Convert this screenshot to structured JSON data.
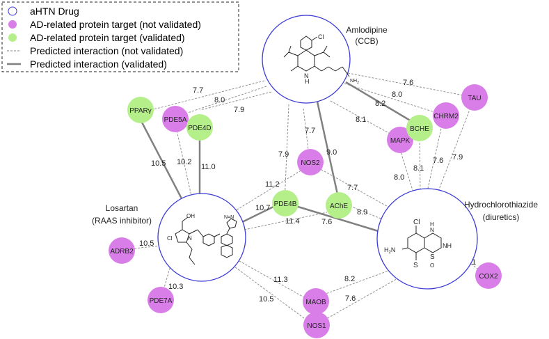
{
  "legend": {
    "drug": "aHTN Drug",
    "not_validated_target": "AD-related protein target  (not validated)",
    "validated_target": "AD-related protein target  (validated)",
    "pred_not_validated": "Predicted interaction (not validated)",
    "pred_validated": "Predicted interaction (validated)"
  },
  "colors": {
    "drug_circle": "#3a3ad6",
    "not_validated": "#d97ee8",
    "validated": "#b5ef8a",
    "edge": "#808080"
  },
  "drugs": {
    "amlodipine": {
      "name": "Amlodipine",
      "class": "(CCB)"
    },
    "losartan": {
      "name": "Losartan",
      "class": "(RAAS inhibitor)"
    },
    "hctz": {
      "name": "Hydrochlorothiazide",
      "class": "(diuretics)"
    }
  },
  "targets": {
    "ppar": "PPARγ",
    "pde5a": "PDE5A",
    "pde4d": "PDE4D",
    "nos2": "NOS2",
    "pde4b": "PDE4B",
    "ache": "AChE",
    "mapk": "MAPK",
    "bche": "BCHE",
    "chrm2": "CHRM2",
    "tau": "TAU",
    "adrb2": "ADRB2",
    "pde7a": "PDE7A",
    "maob": "MAOB",
    "nos1": "NOS1",
    "cox2": "COX2"
  },
  "edges": {
    "aml_ppar": "7.7",
    "aml_pde5a": "8.0",
    "aml_pde4d": "7.9",
    "aml_nos2": "7.7",
    "aml_pde4b": "7.9",
    "aml_ache": "9.0",
    "aml_mapk": "8.1",
    "aml_bche": "8.2",
    "aml_chrm2": "8.0",
    "aml_tau": "7.6",
    "los_ppar": "10.5",
    "los_pde5a": "10.2",
    "los_pde4d": "11.0",
    "los_nos2": "11.2",
    "los_pde4b": "10.7",
    "los_ache": "11.4",
    "los_adrb2": "10.5",
    "los_pde7a": "10.3",
    "los_maob": "11.3",
    "los_nos1": "10.5",
    "hc_nos2": "7.7",
    "hc_pde4b": "7.6",
    "hc_ache": "8.9",
    "hc_mapk": "8.0",
    "hc_bche": "8.1",
    "hc_chrm2": "7.6",
    "hc_tau": "7.9",
    "hc_maob": "8.2",
    "hc_nos1": "7.6",
    "hc_cox2": "8.1"
  },
  "molecules": {
    "amlodipine": {
      "cl": "Cl",
      "n": "N",
      "h": "H",
      "nh2": "NH",
      "nh2_sub": "2"
    },
    "losartan": {
      "oh": "OH",
      "cl": "Cl",
      "n": "N",
      "tetrazole": "N=N"
    },
    "hctz": {
      "cl": "Cl",
      "nh_top": "H",
      "n_top": "N",
      "nh_bottom": "NH",
      "h2n": "H",
      "h2n_rest": "N",
      "h2n_sub": "2",
      "s1": "S",
      "s2": "S",
      "o": "O"
    }
  }
}
